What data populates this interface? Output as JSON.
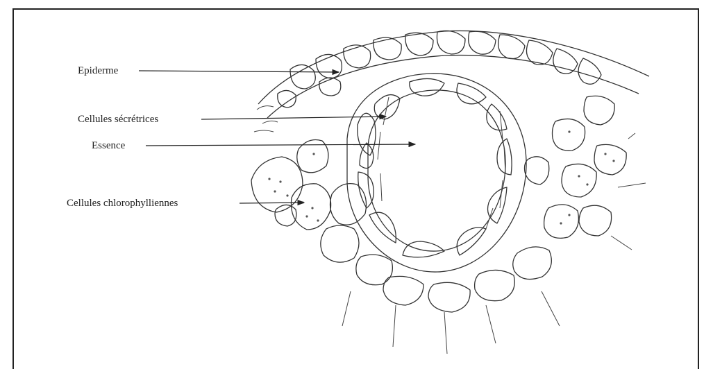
{
  "labels": {
    "epiderme": "Epiderme",
    "cellules_secretrices": "Cellules sécrétrices",
    "essence": "Essence",
    "cellules_chlorophylliennes": "Cellules chlorophylliennes"
  }
}
